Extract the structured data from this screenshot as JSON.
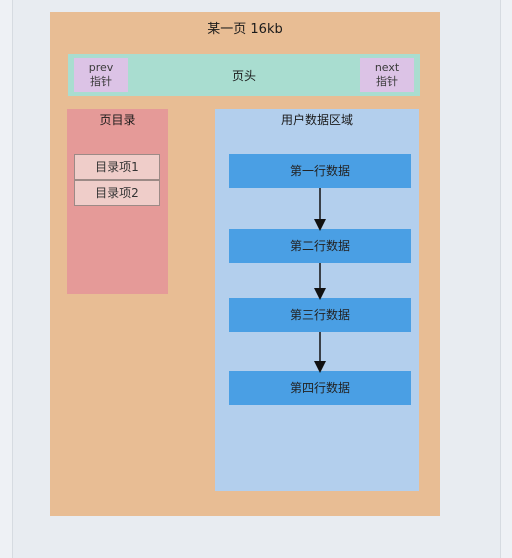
{
  "page": {
    "title": "某一页 16kb",
    "header": {
      "label": "页头",
      "prev": {
        "line1": "prev",
        "line2": "指针"
      },
      "next": {
        "line1": "next",
        "line2": "指针"
      }
    },
    "directory": {
      "title": "页目录",
      "items": [
        "目录项1",
        "目录项2"
      ]
    },
    "user_data": {
      "title": "用户数据区域",
      "rows": [
        "第一行数据",
        "第二行数据",
        "第三行数据",
        "第四行数据"
      ]
    }
  },
  "colors": {
    "page": "#e8bd94",
    "header": "#a9ddd0",
    "pointer": "#dcc3e6",
    "directory": "#e59a98",
    "directory_item": "#efcdc9",
    "user_area": "#b3cfed",
    "row": "#4a9fe4"
  }
}
